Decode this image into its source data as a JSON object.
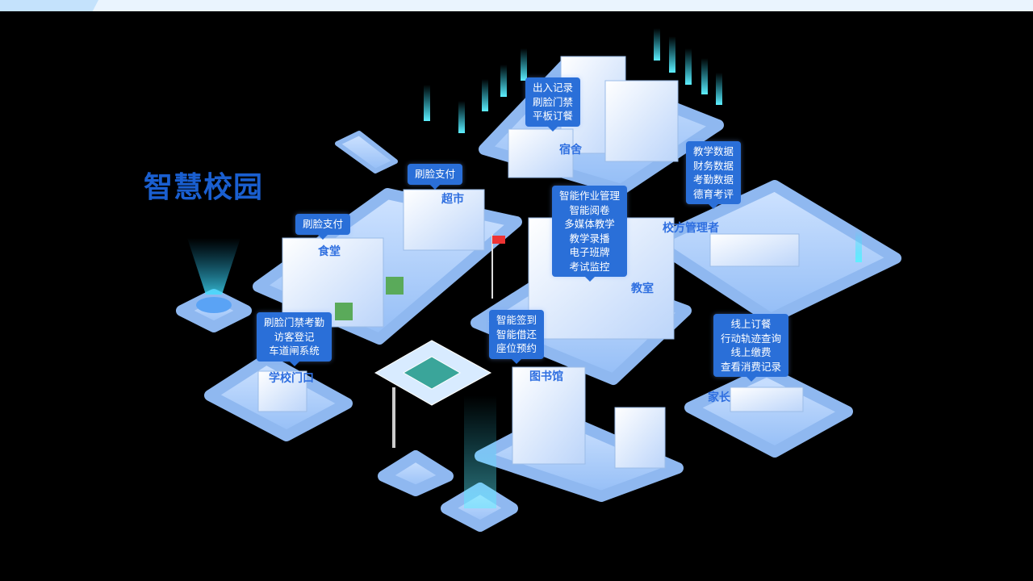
{
  "title": "智慧校园",
  "areas": [
    {
      "name": "宿舍",
      "features": [
        "出入记录",
        "刷脸门禁",
        "平板订餐"
      ]
    },
    {
      "name": "超市",
      "features": [
        "刷脸支付"
      ]
    },
    {
      "name": "食堂",
      "features": [
        "刷脸支付"
      ]
    },
    {
      "name": "教室",
      "features": [
        "智能作业管理",
        "智能阅卷",
        "多媒体教学",
        "教学录播",
        "电子班牌",
        "考试监控"
      ]
    },
    {
      "name": "校方管理者",
      "features": [
        "教学数据",
        "财务数据",
        "考勤数据",
        "德育考评"
      ]
    },
    {
      "name": "学校门口",
      "features": [
        "刷脸门禁考勤",
        "访客登记",
        "车道闸系统"
      ]
    },
    {
      "name": "图书馆",
      "features": [
        "智能签到",
        "智能借还",
        "座位预约"
      ]
    },
    {
      "name": "家长",
      "features": [
        "线上订餐",
        "行动轨迹查询",
        "线上缴费",
        "查看消费记录"
      ]
    }
  ],
  "colors": {
    "platform": "#a8cbf8",
    "bubble": "#2a6fd8",
    "title": "#1a5fd0"
  }
}
